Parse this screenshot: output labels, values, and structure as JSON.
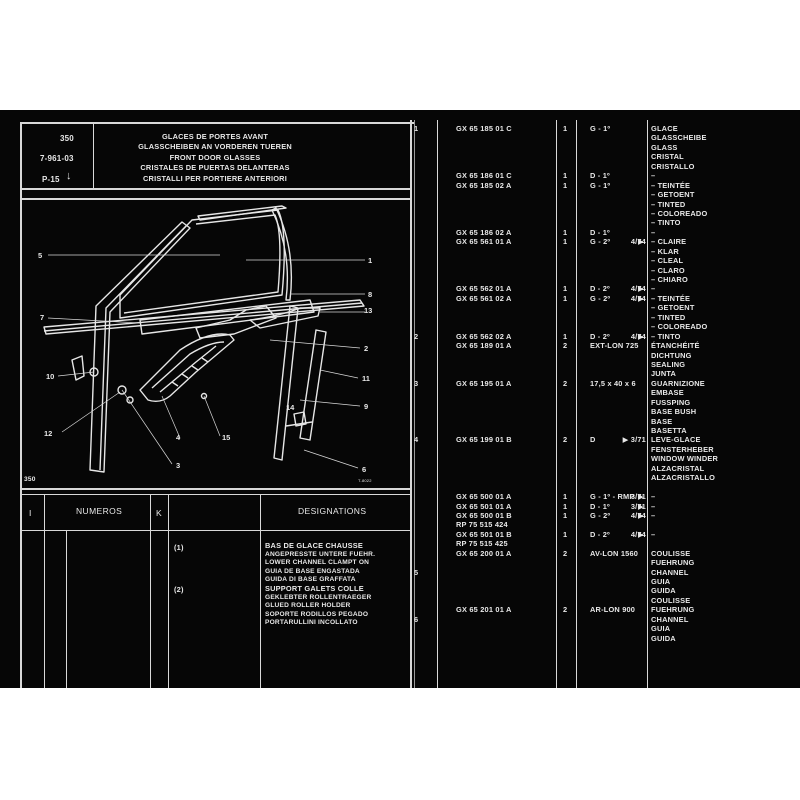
{
  "header": {
    "code": "350",
    "ref": "7-961-03",
    "page": "P-15",
    "page_arrow": "↓",
    "titles": [
      "GLACES DE PORTES AVANT",
      "GLASSCHEIBEN AN VORDEREN TUEREN",
      "FRONT DOOR GLASSES",
      "CRISTALES DE PUERTAS DELANTERAS",
      "CRISTALLI PER PORTIERE ANTERIORI"
    ]
  },
  "diagram": {
    "code": "350",
    "credit": "T-8022",
    "callouts": [
      "1",
      "2",
      "3",
      "4",
      "5",
      "6",
      "7",
      "8",
      "9",
      "10",
      "11",
      "12",
      "13",
      "14",
      "15"
    ]
  },
  "lower_table": {
    "headers": {
      "index": "I",
      "numeros": "NUMEROS",
      "k": "K",
      "designations": "DESIGNATIONS"
    },
    "notes": [
      "(1)",
      "(2)"
    ],
    "desc1": [
      "BAS DE GLACE CHAUSSE",
      "ANGEPRESSTE UNTERE FUEHR.",
      "LOWER CHANNEL CLAMPT ON",
      "GUIA DE BASE ENGASTADA",
      "GUIDA DI BASE GRAFFATA"
    ],
    "desc2": [
      "SUPPORT GALETS COLLE",
      "GEKLEBTER ROLLENTRAEGER",
      "GLUED ROLLER HOLDER",
      "SOPORTE RODILLOS PEGADO",
      "PORTARULLINI INCOLLATO"
    ]
  },
  "parts": {
    "index_col": [
      "1",
      "",
      "",
      "",
      "",
      "",
      "",
      "",
      "",
      "",
      "",
      "",
      "",
      "",
      "",
      "",
      "",
      "",
      "",
      "",
      "",
      "",
      "2",
      "",
      "",
      "",
      "",
      "3",
      "",
      "",
      "",
      "",
      "",
      "4",
      "",
      "",
      "",
      "",
      "",
      "",
      "",
      "",
      "",
      "",
      "",
      "",
      "",
      "5",
      "",
      "",
      "",
      "",
      "6"
    ],
    "number_col": [
      "GX 65 185 01 C",
      "",
      "",
      "",
      "",
      "GX 65 186 01 C",
      "GX 65 185 02 A",
      "",
      "",
      "",
      "",
      "GX 65 186 02 A",
      "GX 65 561 01 A",
      "",
      "",
      "",
      "",
      "GX 65 562 01 A",
      "GX 65 561 02 A",
      "",
      "",
      "",
      "GX 65 562 02 A",
      "GX 65 189 01 A",
      "",
      "",
      "",
      "GX 65 195 01 A",
      "",
      "",
      "",
      "",
      "",
      "GX 65 199 01 B",
      "",
      "",
      "",
      "",
      "",
      "GX 65 500 01 A",
      "GX 65 501 01 A",
      "GX 65 500 01 B",
      "RP 75 515 424",
      "GX 65 501 01 B",
      "RP 75 515 425",
      "GX 65 200 01 A",
      "",
      "",
      "",
      "",
      "",
      "GX 65 201 01 A"
    ],
    "qty_col": [
      "1",
      "",
      "",
      "",
      "",
      "1",
      "1",
      "",
      "",
      "",
      "",
      "1",
      "1",
      "",
      "",
      "",
      "",
      "1",
      "1",
      "",
      "",
      "",
      "1",
      "2",
      "",
      "",
      "",
      "2",
      "",
      "",
      "",
      "",
      "",
      "2",
      "",
      "",
      "",
      "",
      "",
      "1",
      "1",
      "1",
      "",
      "1",
      "",
      "2",
      "",
      "",
      "",
      "",
      "",
      "2"
    ],
    "spec_col": [
      "G - 1º",
      "",
      "",
      "",
      "",
      "D - 1º",
      "G - 1º",
      "",
      "",
      "",
      "",
      "D - 1º",
      "G - 2º",
      "",
      "",
      "",
      "",
      "D - 2º",
      "G - 2º",
      "",
      "",
      "",
      "D - 2º",
      "EXT-LON 725",
      "",
      "",
      "",
      "17,5 x 40 x 6",
      "",
      "",
      "",
      "",
      "",
      "D",
      "",
      "",
      "",
      "",
      "",
      "G - 1º - RMP",
      "D - 1º",
      "G - 2º",
      "",
      "D - 2º",
      "",
      "AV-LON 1560",
      "",
      "",
      "",
      "",
      "",
      "AR-LON 900"
    ],
    "date_col": [
      "",
      "",
      "",
      "",
      "",
      "",
      "",
      "",
      "",
      "",
      "",
      "",
      "4/74",
      "",
      "",
      "",
      "",
      "4/74",
      "4/74",
      "",
      "",
      "",
      "4/74",
      "",
      "",
      "",
      "",
      "",
      "",
      "",
      "",
      "",
      "",
      "▶ 3/71",
      "",
      "",
      "",
      "",
      "",
      "3/71",
      "3/71",
      "4/74",
      "",
      "4/74",
      "",
      "",
      "",
      "",
      "",
      "",
      "",
      ""
    ],
    "mark_col": [
      "",
      "",
      "",
      "",
      "",
      "",
      "",
      "",
      "",
      "",
      "",
      "",
      "▶",
      "",
      "",
      "",
      "",
      "▶",
      "▶",
      "",
      "",
      "",
      "▶",
      "",
      "",
      "",
      "",
      "",
      "",
      "",
      "",
      "",
      "",
      "",
      "",
      "",
      "",
      "",
      "",
      "▶",
      "▶",
      "▶",
      "",
      "▶",
      "",
      "",
      "",
      "",
      "",
      "",
      "",
      ""
    ],
    "desc_col": [
      "GLACE",
      "GLASSCHEIBE",
      "GLASS",
      "CRISTAL",
      "CRISTALLO",
      "–",
      "– TEINTÉE",
      "– GETOENT",
      "– TINTED",
      "– COLOREADO",
      "– TINTO",
      "–",
      "– CLAIRE",
      "– KLAR",
      "– CLEAL",
      "– CLARO",
      "– CHIARO",
      "–",
      "– TEINTÉE",
      "– GETOENT",
      "– TINTED",
      "– COLOREADO",
      "– TINTO",
      "ÉTANCHÉITÉ",
      "DICHTUNG",
      "SEALING",
      "JUNTA",
      "GUARNIZIONE",
      "EMBASE",
      "FUSSPING",
      "BASE BUSH",
      "BASE",
      "BASETTA",
      "LEVE-GLACE",
      "FENSTERHEBER",
      "WINDOW WINDER",
      "ALZACRISTAL",
      "ALZACRISTALLO",
      "",
      "–",
      "–",
      "–",
      "",
      "–",
      "",
      "COULISSE",
      "FUEHRUNG",
      "CHANNEL",
      "GUIA",
      "GUIDA",
      "COULISSE",
      "FUEHRUNG",
      "CHANNEL",
      "GUIA",
      "GUIDA"
    ]
  },
  "colors": {
    "background": "#060606",
    "ink": "#e8e8e8"
  }
}
